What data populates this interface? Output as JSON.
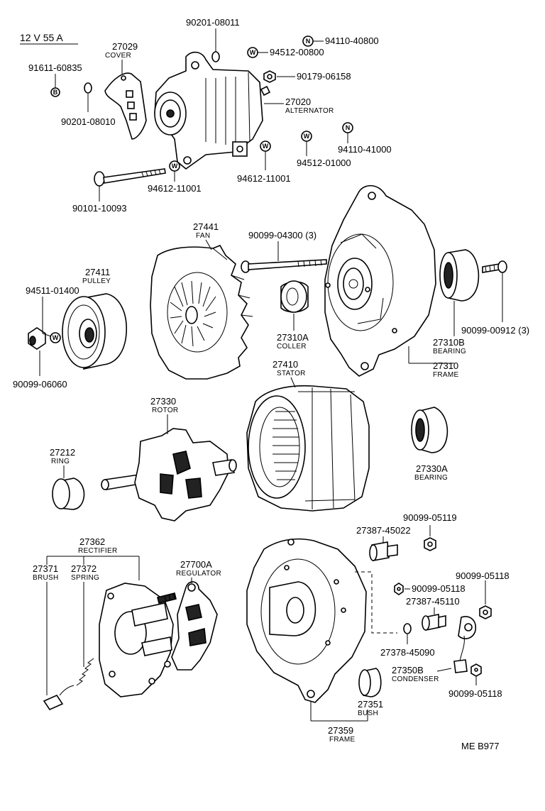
{
  "spec": "12 V 55 A",
  "footer_code": "ME  B977",
  "symbols": {
    "b": "B",
    "w": "W",
    "n": "N"
  },
  "labels": {
    "p27029": "27029",
    "p27029_name": "COVER",
    "p90201_08011": "90201-08011",
    "p94110_40800": "94110-40800",
    "p94512_00800": "94512-00800",
    "p90179_06158": "90179-06158",
    "p91611_60835": "91611-60835",
    "p90201_08010": "90201-08010",
    "p27020": "27020",
    "p27020_name": "ALTERNATOR",
    "p94110_41000": "94110-41000",
    "p94512_01000": "94512-01000",
    "p94612_11001a": "94612-11001",
    "p94612_11001b": "94612-11001",
    "p90101_10093": "90101-10093",
    "p27441": "27441",
    "p27441_name": "FAN",
    "p90099_04300": "90099-04300 (3)",
    "p27411": "27411",
    "p27411_name": "PULLEY",
    "p94511_01400": "94511-01400",
    "p90099_06060": "90099-06060",
    "p27310A": "27310A",
    "p27310A_name": "COLLER",
    "p90099_00912": "90099-00912 (3)",
    "p27310B": "27310B",
    "p27310B_name": "BEARING",
    "p27310": "27310",
    "p27310_name": "FRAME",
    "p27410": "27410",
    "p27410_name": "STATOR",
    "p27330": "27330",
    "p27330_name": "ROTOR",
    "p27212": "27212",
    "p27212_name": "RING",
    "p27330A": "27330A",
    "p27330A_name": "BEARING",
    "p27362": "27362",
    "p27362_name": "RECTIFIER",
    "p27371": "27371",
    "p27371_name": "BRUSH",
    "p27372": "27372",
    "p27372_name": "SPRING",
    "p27700A": "27700A",
    "p27700A_name": "REGULATOR",
    "p27387_45022": "27387-45022",
    "p90099_05119": "90099-05119",
    "p90099_05118a": "90099-05118",
    "p90099_05118b": "90099-05118",
    "p27387_45110": "27387-45110",
    "p27378_45090": "27378-45090",
    "p27350B": "27350B",
    "p27350B_name": "CONDENSER",
    "p90099_05118c": "90099-05118",
    "p27351": "27351",
    "p27351_name": "BUSH",
    "p27359": "27359",
    "p27359_name": "FRAME"
  }
}
